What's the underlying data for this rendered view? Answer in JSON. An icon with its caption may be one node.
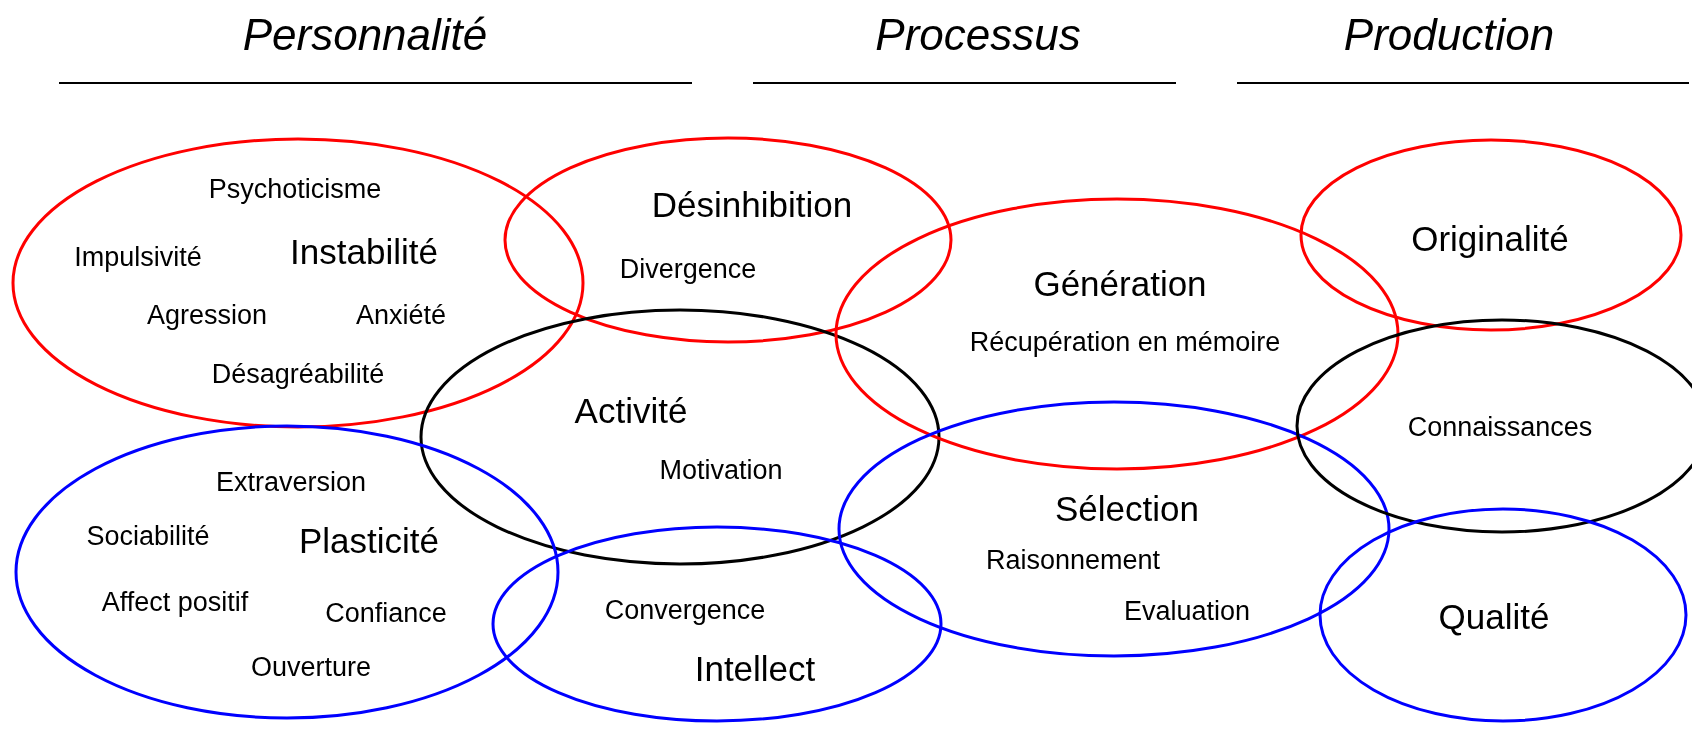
{
  "diagram": {
    "nodes": [
      {
        "text": [
          "Psychoticisme",
          "Impulsivité",
          "Instabilité",
          "Agression",
          "Anxiété",
          "Désagréabilité"
        ]
      },
      {
        "text": [
          "Désinhibition",
          "Divergence"
        ]
      },
      {
        "text": [
          "Activité",
          "Motivation"
        ]
      },
      {
        "text": [
          "Extraversion",
          "Sociabilité",
          "Plasticité",
          "Affect positif",
          "Confiance",
          "Ouverture"
        ]
      },
      {
        "text": [
          "Convergence",
          "Intellect"
        ]
      },
      {
        "text": [
          "Génération",
          "Récupération en mémoire"
        ]
      },
      {
        "text": [
          "Sélection",
          "Raisonnement",
          "Evaluation"
        ]
      },
      {
        "text": [
          "Originalité"
        ]
      },
      {
        "text": [
          "Connaissances"
        ]
      },
      {
        "text": [
          "Qualité"
        ]
      }
    ],
    "labels": [
      "Personnalité",
      "Processus",
      "Production"
    ]
  }
}
